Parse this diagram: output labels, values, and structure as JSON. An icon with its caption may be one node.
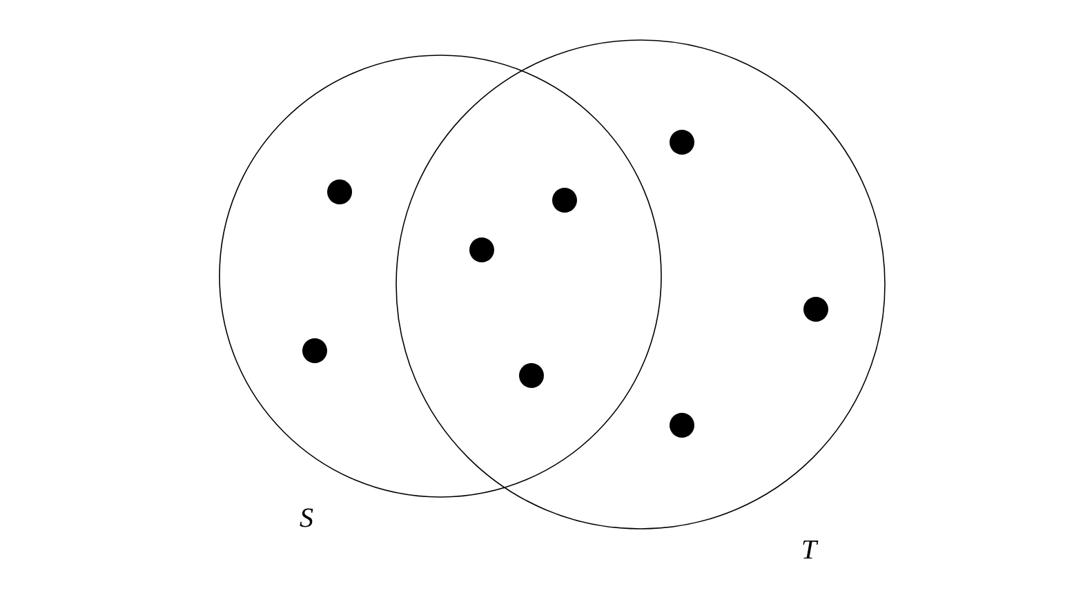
{
  "diagram": {
    "nodes": [
      {
        "text": [],
        "shape": "circle",
        "beside": [
          "S"
        ]
      },
      {
        "text": [],
        "shape": "circle",
        "beside": [
          "T"
        ]
      }
    ]
  }
}
